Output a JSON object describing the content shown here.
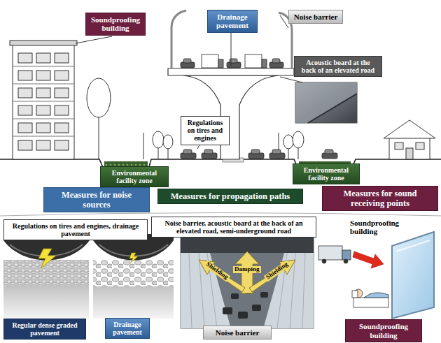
{
  "diagram": {
    "nodes": [
      {
        "text": [
          "Soundproofing building"
        ]
      },
      {
        "text": [
          "Drainage pavement"
        ]
      },
      {
        "text": [
          "Noise barrier"
        ]
      },
      {
        "text": [
          "Acoustic board at the back of an elevated road"
        ]
      },
      {
        "text": [
          "Regulations on tires and engines"
        ]
      },
      {
        "text": [
          "Environmental facility zone"
        ]
      },
      {
        "text": [
          "Environmental facility zone"
        ]
      },
      {
        "text": [
          "Measures for noise sources"
        ]
      },
      {
        "text": [
          "Measures for propagation paths"
        ]
      },
      {
        "text": [
          "Measures for sound receiving points"
        ]
      },
      {
        "text": [
          "Regulations on tires and engines, drainage pavement"
        ]
      },
      {
        "text": [
          "Noise barrier, acoustic board at the back of an elevated road, semi-underground road"
        ]
      },
      {
        "text": [
          "Regular dense graded pavement"
        ]
      },
      {
        "text": [
          "Drainage pavement"
        ]
      },
      {
        "text": [
          "Noise barrier"
        ]
      },
      {
        "text": [
          "Soundproofing building"
        ]
      }
    ],
    "labels": [
      "Soundproofing building",
      "Damping",
      "Shielding",
      "Shielding"
    ]
  }
}
